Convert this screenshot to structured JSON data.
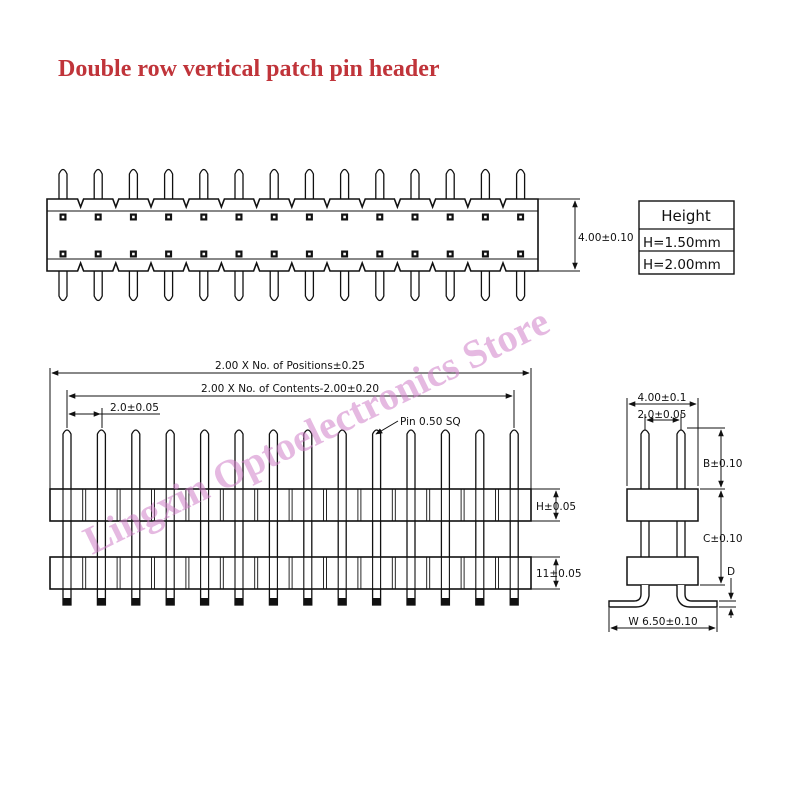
{
  "title": "Double row vertical patch pin header",
  "watermark": "Lingxin Optoelectronics Store",
  "top_view": {
    "dim_height": "4.00±0.10",
    "pin_count": 14
  },
  "height_table": {
    "header": "Height",
    "rows": [
      "H=1.50mm",
      "H=2.00mm"
    ]
  },
  "front_view": {
    "dim_positions": "2.00 X No. of Positions±0.25",
    "dim_contents": "2.00 X No. of Contents-2.00±0.20",
    "dim_pitch": "2.0±0.05",
    "pin_label": "Pin 0.50 SQ",
    "dim_h": "H±0.05",
    "dim_11": "11±0.05",
    "pin_count": 14
  },
  "side_view": {
    "dim_width_top": "4.00±0.1",
    "dim_pitch": "2.0±0.05",
    "dim_b": "B±0.10",
    "dim_c": "C±0.10",
    "dim_d": "D",
    "dim_w": "W 6.50±0.10"
  },
  "colors": {
    "title": "#c0343a",
    "line": "#111111",
    "watermark": "#d07fc8"
  }
}
